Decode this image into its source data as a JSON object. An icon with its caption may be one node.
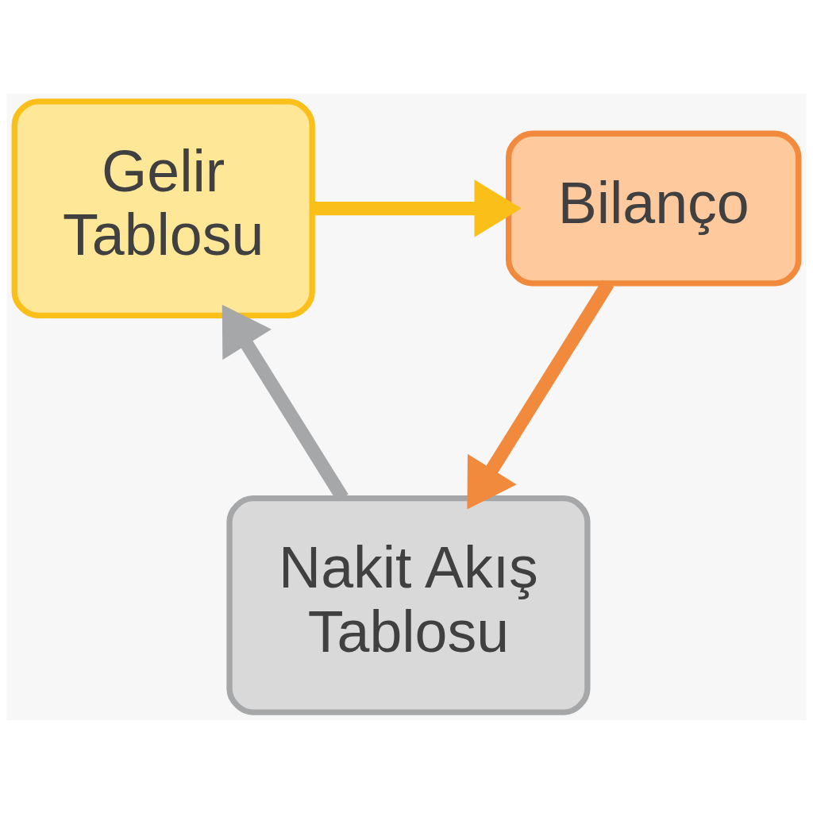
{
  "diagram": {
    "nodes": [
      {
        "text": [
          "Gelir Tablosu"
        ]
      },
      {
        "text": [
          "Bilanço"
        ]
      },
      {
        "text": [
          "Nakit Akış Tablosu"
        ]
      }
    ],
    "edges": [
      {
        "from": 0,
        "to": 1,
        "arrow": "to",
        "color": "#fbbf1a"
      },
      {
        "from": 1,
        "to": 2,
        "arrow": "to",
        "color": "#f28a3e"
      },
      {
        "from": 2,
        "to": 0,
        "arrow": "to",
        "color": "#a6a7a9"
      }
    ]
  }
}
